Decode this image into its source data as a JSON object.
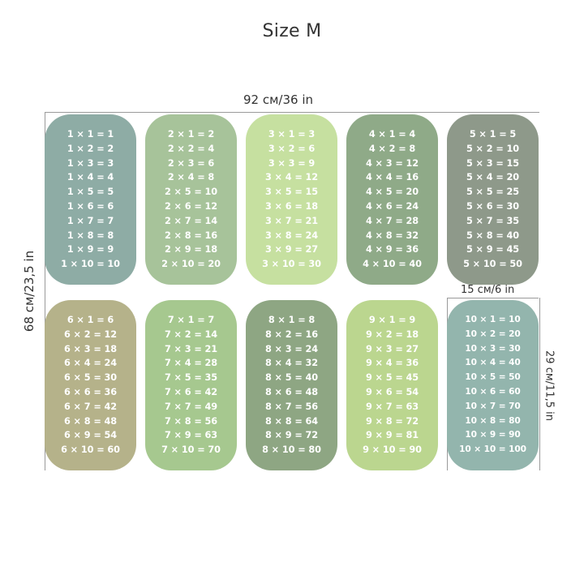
{
  "title": "Size M",
  "dimensions": {
    "width": "92 см/36 in",
    "height": "68 см/23,5 in",
    "card_width": "15 см/6 in",
    "card_height": "29 см/11,5 in"
  },
  "cards": [
    {
      "color": "#8eaca5",
      "rows": [
        "1 × 1 = 1",
        "1 × 2 = 2",
        "1 × 3 = 3",
        "1 × 4 = 4",
        "1 × 5 = 5",
        "1 × 6 = 6",
        "1 × 7 = 7",
        "1 × 8 = 8",
        "1 × 9 = 9",
        "1 × 10 = 10"
      ]
    },
    {
      "color": "#a7c39a",
      "rows": [
        "2 × 1 = 2",
        "2 × 2 = 4",
        "2 × 3 = 6",
        "2 × 4 = 8",
        "2 × 5 = 10",
        "2 × 6 = 12",
        "2 × 7 = 14",
        "2 × 8 = 16",
        "2 × 9 = 18",
        "2 × 10 = 20"
      ]
    },
    {
      "color": "#c6e0a0",
      "rows": [
        "3 × 1 = 3",
        "3 × 2 = 6",
        "3 × 3 = 9",
        "3 × 4 = 12",
        "3 × 5 = 15",
        "3 × 6 = 18",
        "3 × 7 = 21",
        "3 × 8 = 24",
        "3 × 9 = 27",
        "3 × 10 = 30"
      ]
    },
    {
      "color": "#8faa88",
      "rows": [
        "4 × 1 = 4",
        "4 × 2 = 8",
        "4 × 3 = 12",
        "4 × 4 = 16",
        "4 × 5 = 20",
        "4 × 6 = 24",
        "4 × 7 = 28",
        "4 × 8 = 32",
        "4 × 9 = 36",
        "4 × 10 = 40"
      ]
    },
    {
      "color": "#8e998a",
      "rows": [
        "5 × 1 = 5",
        "5 × 2 = 10",
        "5 × 3 = 15",
        "5 × 4 = 20",
        "5 × 5 = 25",
        "5 × 6 = 30",
        "5 × 7 = 35",
        "5 × 8 = 40",
        "5 × 9 = 45",
        "5 × 10 = 50"
      ]
    },
    {
      "color": "#b5b28a",
      "rows": [
        "6 × 1 = 6",
        "6 × 2 = 12",
        "6 × 3 = 18",
        "6 × 4 = 24",
        "6 × 5 = 30",
        "6 × 6 = 36",
        "6 × 7 = 42",
        "6 × 8 = 48",
        "6 × 9 = 54",
        "6 × 10 = 60"
      ]
    },
    {
      "color": "#a6c88f",
      "rows": [
        "7 × 1 = 7",
        "7 × 2 = 14",
        "7 × 3 = 21",
        "7 × 4 = 28",
        "7 × 5 = 35",
        "7 × 6 = 42",
        "7 × 7 = 49",
        "7 × 8 = 56",
        "7 × 9 = 63",
        "7 × 10 = 70"
      ]
    },
    {
      "color": "#8ea683",
      "rows": [
        "8 × 1 = 8",
        "8 × 2 = 16",
        "8 × 3 = 24",
        "8 × 4 = 32",
        "8 × 5 = 40",
        "8 × 6 = 48",
        "8 × 7 = 56",
        "8 × 8 = 64",
        "8 × 9 = 72",
        "8 × 10 = 80"
      ]
    },
    {
      "color": "#bbd68f",
      "rows": [
        "9 × 1 = 9",
        "9 × 2 = 18",
        "9 × 3 = 27",
        "9 × 4 = 36",
        "9 × 5 = 45",
        "9 × 6 = 54",
        "9 × 7 = 63",
        "9 × 8 = 72",
        "9 × 9 = 81",
        "9 × 10 = 90"
      ]
    },
    {
      "color": "#93b5ad",
      "rows": [
        "10 × 1 = 10",
        "10 × 2 = 20",
        "10 × 3 = 30",
        "10 × 4 = 40",
        "10 × 5 = 50",
        "10 × 6 = 60",
        "10 × 7 = 70",
        "10 × 8 = 80",
        "10 × 9 = 90",
        "10 × 10 = 100"
      ]
    }
  ]
}
